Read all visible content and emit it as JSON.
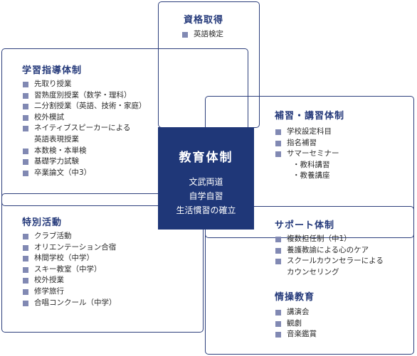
{
  "center": {
    "title": "教育体制",
    "lines": [
      "文武両道",
      "自学自習",
      "生活慣習の確立"
    ]
  },
  "qualification": {
    "heading": "資格取得",
    "items": [
      "英語検定"
    ]
  },
  "learning": {
    "heading": "学習指導体制",
    "items": [
      "先取り授業",
      "習熟度別授業（数学・理科）",
      "二分割授業（英語、技術・家庭）",
      "校外模試",
      "ネイティブスピーカーによる",
      "英語表現授業",
      "本数検・本単検",
      "基礎学力試験",
      "卒業論文（中3）"
    ]
  },
  "supplementary": {
    "heading": "補習・講習体制",
    "items": [
      "学校設定科目",
      "指名補習",
      "サマーセミナー",
      "・教科講習",
      "・教養講座"
    ]
  },
  "special": {
    "heading": "特別活動",
    "items": [
      "クラブ活動",
      "オリエンテーション合宿",
      "林間学校（中学）",
      "スキー教室（中学）",
      "校外授業",
      "修学旅行",
      "合唱コンクール（中学）"
    ]
  },
  "support": {
    "heading": "サポート体制",
    "items": [
      "複数担任制（中1）",
      "養護教諭による心のケア",
      "スクールカウンセラーによる",
      "カウンセリング"
    ]
  },
  "culture": {
    "heading": "情操教育",
    "items": [
      "講演会",
      "観劇",
      "音楽鑑賞"
    ]
  }
}
